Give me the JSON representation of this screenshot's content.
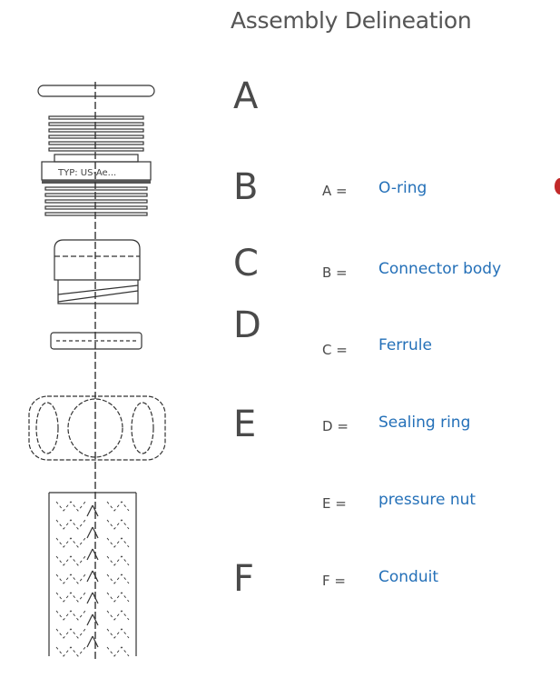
{
  "title": "Assembly Delineation",
  "letters": [
    "A",
    "B",
    "C",
    "D",
    "E",
    "F"
  ],
  "drawing": {
    "type_plate_text": "TYP: US-Ae..."
  },
  "legend": [
    {
      "key": "A =",
      "value": "O-ring"
    },
    {
      "key": "B =",
      "value": "Connector body"
    },
    {
      "key": "C =",
      "value": "Ferrule"
    },
    {
      "key": "D =",
      "value": "Sealing ring"
    },
    {
      "key": "E =",
      "value": "pressure nut"
    },
    {
      "key": "F =",
      "value": "Conduit"
    }
  ],
  "colors": {
    "title": "#555555",
    "letters": "#4a4a4a",
    "values": "#2470b8",
    "edge_mark": "#c22a2a"
  }
}
